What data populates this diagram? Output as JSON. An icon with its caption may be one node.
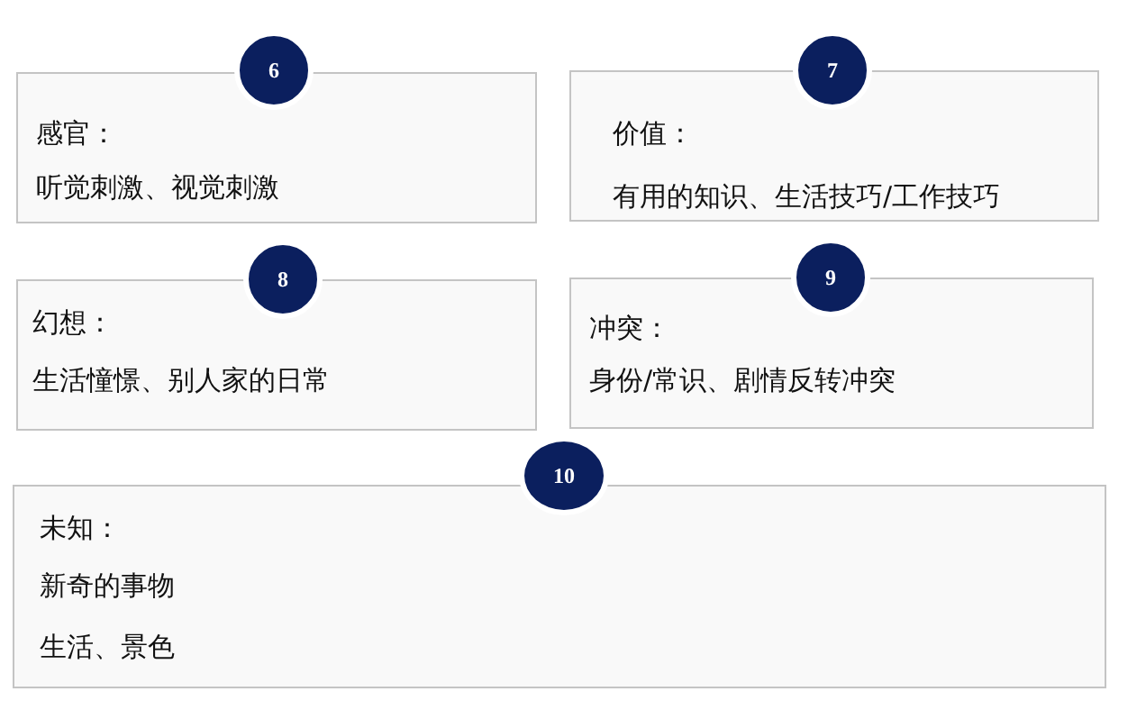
{
  "diagram": {
    "nodes": [
      {
        "text": [
          "6"
        ]
      },
      {
        "text": [
          "感官：",
          "听觉刺激、视觉刺激"
        ]
      },
      {
        "text": [
          "7"
        ]
      },
      {
        "text": [
          "价值：",
          "有用的知识、生活技巧/工作技巧"
        ]
      },
      {
        "text": [
          "8"
        ]
      },
      {
        "text": [
          "幻想：",
          "生活憧憬、别人家的日常"
        ]
      },
      {
        "text": [
          "9"
        ]
      },
      {
        "text": [
          "冲突：",
          "身份/常识、剧情反转冲突"
        ]
      },
      {
        "text": [
          "10"
        ]
      },
      {
        "text": [
          "未知：",
          "新奇的事物",
          "生活、景色"
        ]
      }
    ]
  }
}
